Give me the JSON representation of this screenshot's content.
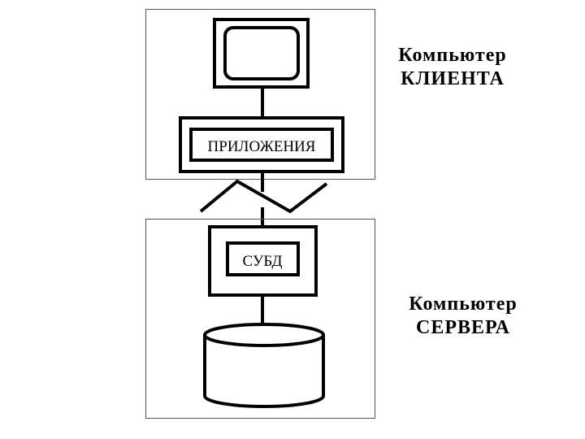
{
  "client": {
    "caption_line1": "Компьютер",
    "caption_line2": "КЛИЕНТА",
    "app_label": "ПРИЛОЖЕНИЯ"
  },
  "server": {
    "caption_line1": "Компьютер",
    "caption_line2": "СЕРВЕРА",
    "dbms_label": "СУБД"
  },
  "colors": {
    "stroke": "#000000",
    "background": "#ffffff",
    "frame": "#555555"
  },
  "icons": [
    "monitor-icon",
    "database-cylinder-icon",
    "network-zigzag-icon"
  ]
}
